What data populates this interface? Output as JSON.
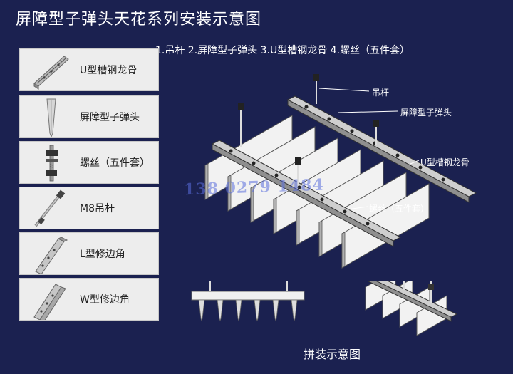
{
  "title": "屏障型子弹头天花系列安装示意图",
  "legend": "1.吊杆 2.屏障型子弹头 3.U型槽钢龙骨 4.螺丝（五件套）",
  "parts": [
    {
      "label": "U型槽钢龙骨",
      "icon": "u-channel-keel-icon"
    },
    {
      "label": "屏障型子弹头",
      "icon": "bullet-head-icon"
    },
    {
      "label": "螺丝（五件套）",
      "icon": "screw-set-icon"
    },
    {
      "label": "M8吊杆",
      "icon": "hanging-rod-icon"
    },
    {
      "label": "L型修边角",
      "icon": "l-trim-icon"
    },
    {
      "label": "W型修边角",
      "icon": "w-trim-icon"
    }
  ],
  "callouts": {
    "rod": "吊杆",
    "bullet": "屏障型子弹头",
    "keel": "U型槽钢龙骨",
    "screw": "螺丝（五件套）"
  },
  "watermark": "138 0279 1484",
  "caption": "拼装示意图",
  "colors": {
    "background": "#1b2150",
    "card": "#ededed",
    "panel": "#f2f2f2",
    "watermark": "#5a6edc"
  }
}
